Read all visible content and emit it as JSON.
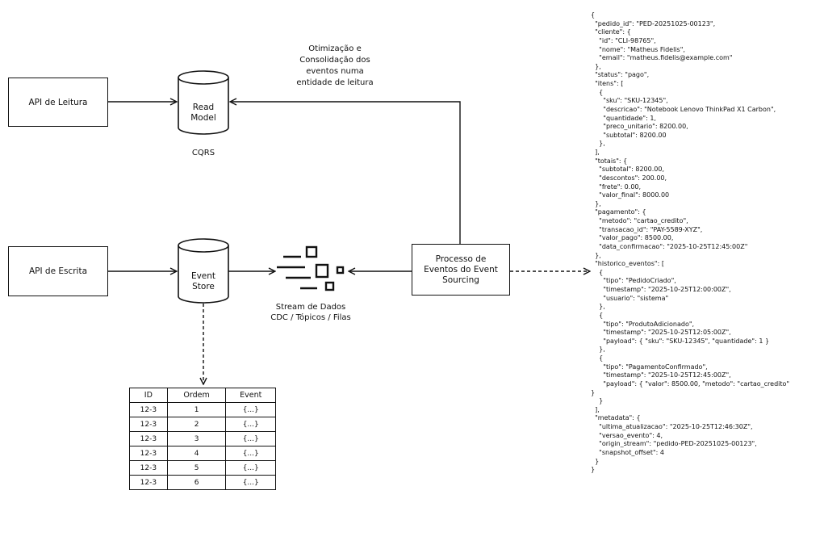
{
  "nodes": {
    "api_leitura": "API de Leitura",
    "api_escrita": "API de Escrita",
    "read_model": [
      "Read",
      "Model"
    ],
    "event_store": [
      "Event",
      "Store"
    ],
    "cqrs": "CQRS",
    "processo": [
      "Processo de",
      "Eventos do Event",
      "Sourcing"
    ],
    "stream": [
      "Stream de Dados",
      "CDC / Tópicos / Filas"
    ],
    "otimizacao": [
      "Otimização e",
      "Consolidação dos",
      "eventos numa",
      "entidade de leitura"
    ]
  },
  "table": {
    "headers": [
      "ID",
      "Ordem",
      "Event"
    ],
    "rows": [
      [
        "12-3",
        "1",
        "{...}"
      ],
      [
        "12-3",
        "2",
        "{...}"
      ],
      [
        "12-3",
        "3",
        "{...}"
      ],
      [
        "12-3",
        "4",
        "{...}"
      ],
      [
        "12-3",
        "5",
        "{...}"
      ],
      [
        "12-3",
        "6",
        "{...}"
      ]
    ]
  },
  "json_lines": [
    "{",
    "  \"pedido_id\": \"PED-20251025-00123\",",
    "  \"cliente\": {",
    "    \"id\": \"CLI-98765\",",
    "    \"nome\": \"Matheus Fidelis\",",
    "    \"email\": \"matheus.fidelis@example.com\"",
    "  },",
    "  \"status\": \"pago\",",
    "  \"itens\": [",
    "    {",
    "      \"sku\": \"SKU-12345\",",
    "      \"descricao\": \"Notebook Lenovo ThinkPad X1 Carbon\",",
    "      \"quantidade\": 1,",
    "      \"preco_unitario\": 8200.00,",
    "      \"subtotal\": 8200.00",
    "    },",
    "  ],",
    "  \"totais\": {",
    "    \"subtotal\": 8200.00,",
    "    \"descontos\": 200.00,",
    "    \"frete\": 0.00,",
    "    \"valor_final\": 8000.00",
    "  },",
    "  \"pagamento\": {",
    "    \"metodo\": \"cartao_credito\",",
    "    \"transacao_id\": \"PAY-5589-XYZ\",",
    "    \"valor_pago\": 8500.00,",
    "    \"data_confirmacao\": \"2025-10-25T12:45:00Z\"",
    "  },",
    "  \"historico_eventos\": [",
    "    {",
    "      \"tipo\": \"PedidoCriado\",",
    "      \"timestamp\": \"2025-10-25T12:00:00Z\",",
    "      \"usuario\": \"sistema\"",
    "    },",
    "    {",
    "      \"tipo\": \"ProdutoAdicionado\",",
    "      \"timestamp\": \"2025-10-25T12:05:00Z\",",
    "      \"payload\": { \"sku\": \"SKU-12345\", \"quantidade\": 1 }",
    "    },",
    "    {",
    "      \"tipo\": \"PagamentoConfirmado\",",
    "      \"timestamp\": \"2025-10-25T12:45:00Z\",",
    "      \"payload\": { \"valor\": 8500.00, \"metodo\": \"cartao_credito\"",
    "}",
    "    }",
    "  ],",
    "  \"metadata\": {",
    "    \"ultima_atualizacao\": \"2025-10-25T12:46:30Z\",",
    "    \"versao_evento\": 4,",
    "    \"origin_stream\": \"pedido-PED-20251025-00123\",",
    "    \"snapshot_offset\": 4",
    "  }",
    "}"
  ]
}
